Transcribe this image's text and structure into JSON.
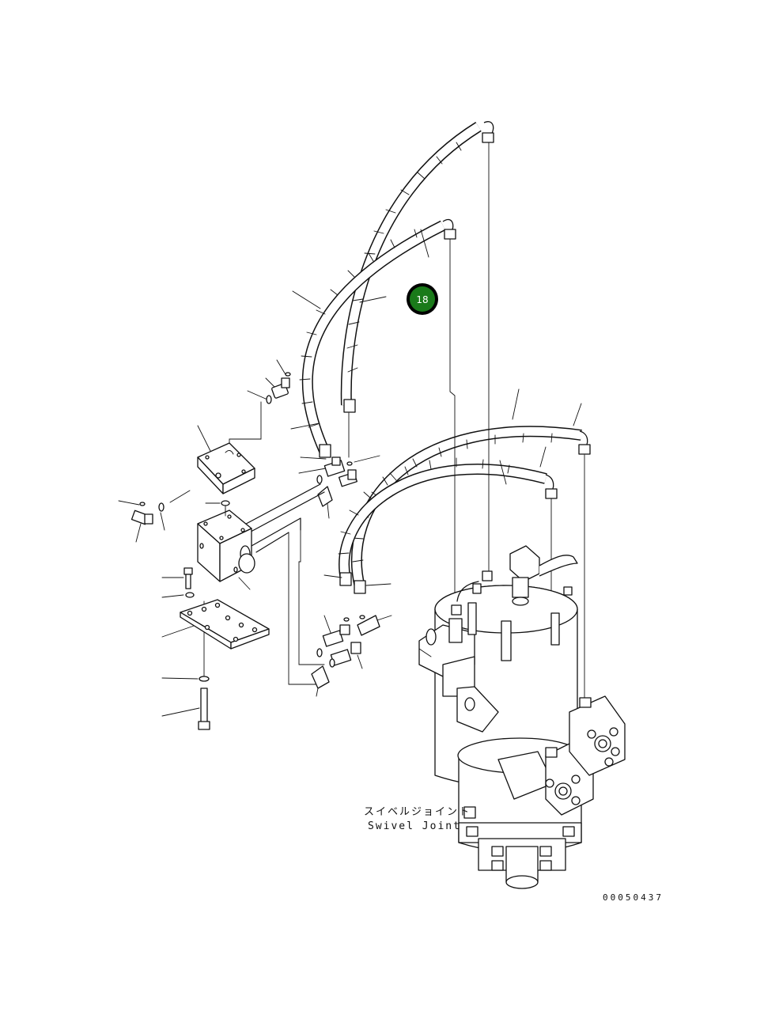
{
  "diagram": {
    "component_label_jp": "スイベルジョイント",
    "component_label_en": "Swivel Joint",
    "drawing_code": "00050437",
    "callout": {
      "number": "18",
      "fill_color": "#1a7a1a",
      "ring_color": "#000000"
    },
    "line_color": "#111111",
    "background": "#ffffff"
  }
}
